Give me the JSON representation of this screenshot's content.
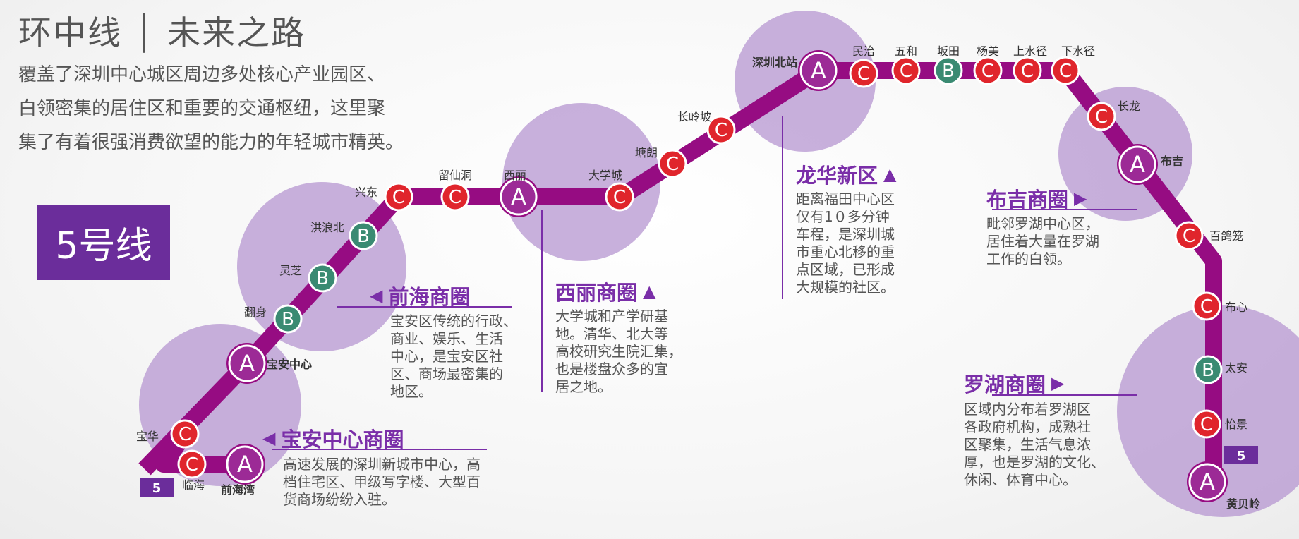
{
  "page": {
    "title": "环中线 │ 未来之路",
    "intro_lines": [
      "覆盖了深圳中心城区周边多处核心产业园区、",
      "白领密集的居住区和重要的交通枢纽，这里聚",
      "集了有着很强消费欲望的能力的年轻城市精英。"
    ],
    "line_badge": "5号线"
  },
  "colors": {
    "route": "#960c82",
    "zone_circle": "#b89ad2",
    "station_a": "#9c2a96",
    "station_b": "#3a8a72",
    "station_c": "#e0252c",
    "accent": "#7a2ea8"
  },
  "legend": {
    "grade_a": "A",
    "grade_b": "B",
    "grade_c": "C",
    "line_tag": "5"
  },
  "stations": [
    {
      "name": "临海",
      "grade": "C"
    },
    {
      "name": "前海湾",
      "grade": "A"
    },
    {
      "name": "宝华",
      "grade": "C"
    },
    {
      "name": "宝安中心",
      "grade": "A"
    },
    {
      "name": "翻身",
      "grade": "B"
    },
    {
      "name": "灵芝",
      "grade": "B"
    },
    {
      "name": "洪浪北",
      "grade": "B"
    },
    {
      "name": "兴东",
      "grade": "C"
    },
    {
      "name": "留仙洞",
      "grade": "C"
    },
    {
      "name": "西丽",
      "grade": "A"
    },
    {
      "name": "大学城",
      "grade": "C"
    },
    {
      "name": "塘朗",
      "grade": "C"
    },
    {
      "name": "长岭坡",
      "grade": "C"
    },
    {
      "name": "深圳北站",
      "grade": "A"
    },
    {
      "name": "民治",
      "grade": "C"
    },
    {
      "name": "五和",
      "grade": "C"
    },
    {
      "name": "坂田",
      "grade": "B"
    },
    {
      "name": "杨美",
      "grade": "C"
    },
    {
      "name": "上水径",
      "grade": "C"
    },
    {
      "name": "下水径",
      "grade": "C"
    },
    {
      "name": "长龙",
      "grade": "C"
    },
    {
      "name": "布吉",
      "grade": "A"
    },
    {
      "name": "百鸽笼",
      "grade": "C"
    },
    {
      "name": "布心",
      "grade": "C"
    },
    {
      "name": "太安",
      "grade": "B"
    },
    {
      "name": "怡景",
      "grade": "C"
    },
    {
      "name": "黄贝岭",
      "grade": "A"
    }
  ],
  "zones": [
    {
      "title": "宝安中心商圈",
      "lines": [
        "高速发展的深圳新城市中心，高",
        "档住宅区、甲级写字楼、大型百",
        "货商场纷纷入驻。"
      ]
    },
    {
      "title": "前海商圈",
      "lines": [
        "宝安区传统的行政、",
        "商业、娱乐、生活",
        "中心，是宝安区社",
        "区、商场最密集的",
        "地区。"
      ]
    },
    {
      "title": "西丽商圈",
      "lines": [
        "大学城和产学研基",
        "地。清华、北大等",
        "高校研究生院汇集，",
        "也是楼盘众多的宜",
        "居之地。"
      ]
    },
    {
      "title": "龙华新区",
      "lines": [
        "距离福田中心区",
        "仅有1０多分钟",
        "车程，是深圳城",
        "市重心北移的重",
        "点区域，已形成",
        "大规模的社区。"
      ]
    },
    {
      "title": "布吉商圈",
      "lines": [
        "毗邻罗湖中心区，",
        "居住着大量在罗湖",
        "工作的白领。"
      ]
    },
    {
      "title": "罗湖商圈",
      "lines": [
        "区域内分布着罗湖区",
        "各政府机构，成熟社",
        "区聚集，生活气息浓",
        "厚，也是罗湖的文化、",
        "休闲、体育中心。"
      ]
    }
  ]
}
